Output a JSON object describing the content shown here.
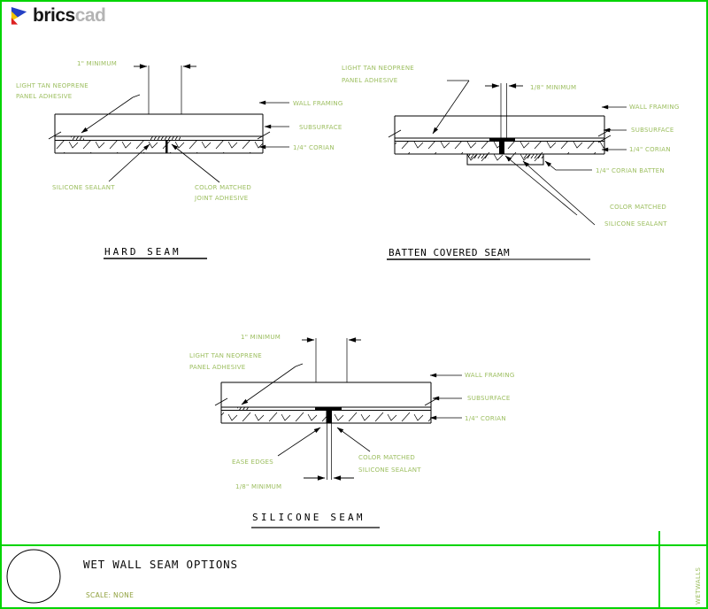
{
  "logo": {
    "brand_primary": "brics",
    "brand_secondary": "cad"
  },
  "colors": {
    "border_green": "#00D400",
    "label_green": "#9CBE5F",
    "scale_text_green": "#8FA03C",
    "line_black": "#000000"
  },
  "diagrams": {
    "hard_seam": {
      "title": "HARD SEAM",
      "labels": {
        "min_dim": "1\" MINIMUM",
        "adhesive_line1": "LIGHT TAN NEOPRENE",
        "adhesive_line2": "PANEL ADHESIVE",
        "sealant": "SILICONE SEALANT",
        "joint_line1": "COLOR MATCHED",
        "joint_line2": "JOINT ADHESIVE",
        "wall_framing": "WALL FRAMING",
        "subsurface": "SUBSURFACE",
        "corian": "1/4\" CORIAN"
      }
    },
    "batten_seam": {
      "title": "BATTEN COVERED SEAM",
      "labels": {
        "adhesive_line1": "LIGHT TAN NEOPRENE",
        "adhesive_line2": "PANEL ADHESIVE",
        "min_dim": "1/8\" MINIMUM",
        "wall_framing": "WALL FRAMING",
        "subsurface": "SUBSURFACE",
        "corian": "1/4\" CORIAN",
        "batten": "1/4\" CORIAN BATTEN",
        "sealant_line1": "COLOR MATCHED",
        "sealant_line2": "SILICONE SEALANT"
      }
    },
    "silicone_seam": {
      "title": "SILICONE SEAM",
      "labels": {
        "min_dim_top": "1\" MINIMUM",
        "adhesive_line1": "LIGHT TAN NEOPRENE",
        "adhesive_line2": "PANEL ADHESIVE",
        "wall_framing": "WALL FRAMING",
        "subsurface": "SUBSURFACE",
        "corian": "1/4\" CORIAN",
        "ease_edges": "EASE EDGES",
        "sealant_line1": "COLOR MATCHED",
        "sealant_line2": "SILICONE SEALANT",
        "min_dim_bottom": "1/8\" MINIMUM"
      }
    }
  },
  "title_block": {
    "title": "WET WALL SEAM OPTIONS",
    "scale": "SCALE: NONE",
    "side_label": "WETWALLS"
  }
}
